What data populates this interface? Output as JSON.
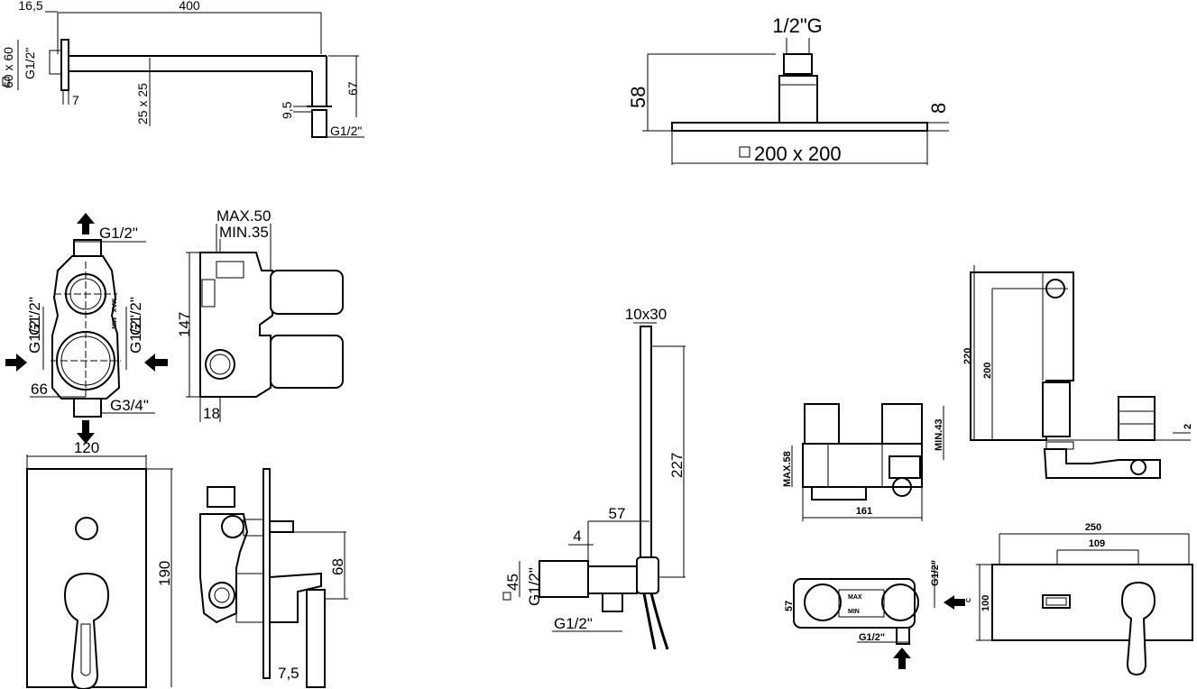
{
  "shower_arm": {
    "d_16_5": "16,5",
    "d_400": "400",
    "d_60x60": "60 x 60",
    "d_g12_left": "G1/2\"",
    "d_7": "7",
    "d_25x25": "25 x 25",
    "d_9_5": "9,5",
    "d_67": "67",
    "d_g12_right": "G1/2\""
  },
  "shower_head": {
    "d_thread": "1/2\"G",
    "d_58": "58",
    "d_8": "8",
    "d_200x200": "200 x 200"
  },
  "diverter_body": {
    "d_max50": "MAX.50",
    "d_min35": "MIN.35",
    "d_g12_top": "G1/2\"",
    "d_g12_left_a": "G1/2\"",
    "d_g12_left_b": "G1/2\"",
    "d_g12_right": "G1/2\"",
    "d_147": "147",
    "d_66": "66",
    "d_g34": "G3/4\"",
    "d_18": "18",
    "mark_max": "MAX",
    "mark_min": "MIN"
  },
  "mixer_plate": {
    "d_120": "120",
    "d_190": "190",
    "d_68": "68",
    "d_7_5": "7,5"
  },
  "hand_shower": {
    "d_10x30": "10x30",
    "d_227": "227",
    "d_57": "57",
    "d_4": "4",
    "d_45": "45",
    "d_g12_a": "G1/2\"",
    "d_g12_b": "G1/2\""
  },
  "bath_mixer_side": {
    "d_max58": "MAX.58",
    "d_min43": "MIN.43",
    "d_161": "161"
  },
  "bath_mixer_top": {
    "d_57": "57",
    "d_g12_right": "G1/2\"",
    "d_g12_bottom": "G1/2\"",
    "mark_c": "C",
    "mark_max": "MAX",
    "mark_min": "MIN"
  },
  "spout": {
    "d_220": "220",
    "d_200": "200",
    "d_2": "2"
  },
  "front_plate": {
    "d_250": "250",
    "d_109": "109",
    "d_100": "100"
  }
}
